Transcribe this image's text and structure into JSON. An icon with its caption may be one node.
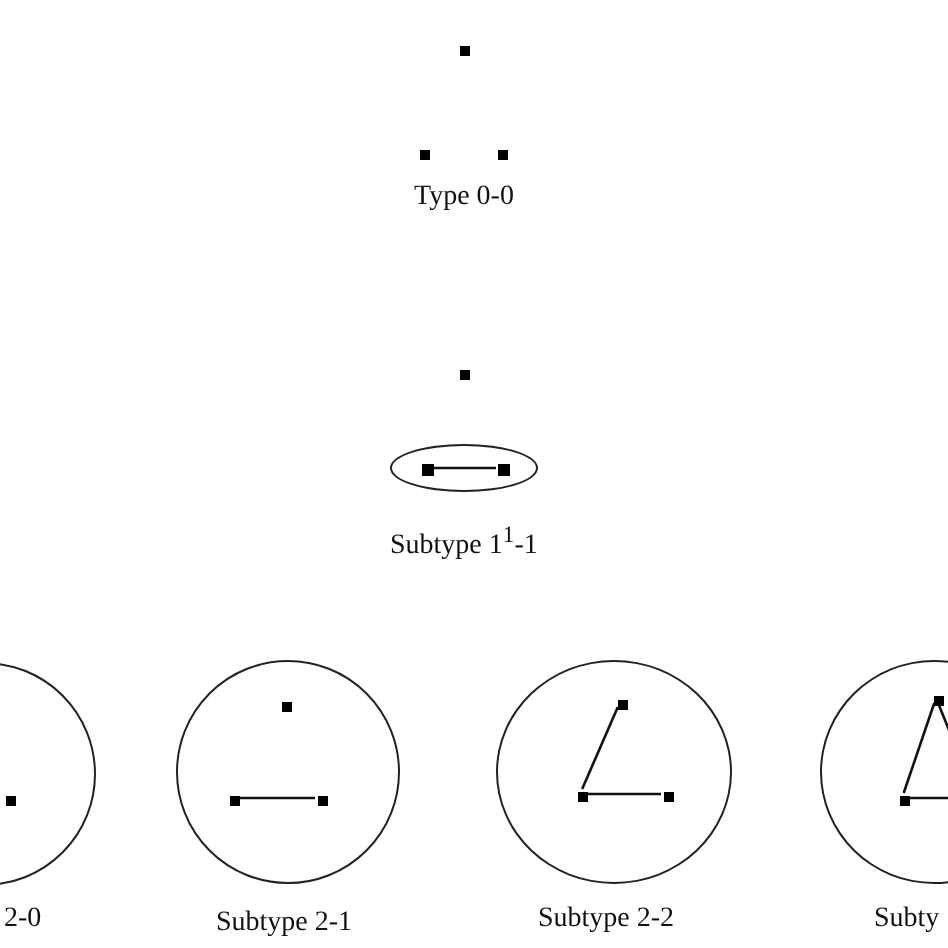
{
  "diagram": {
    "nodes": [
      {
        "text": [],
        "shape": "dot"
      },
      {
        "text": [],
        "shape": "dot"
      },
      {
        "text": [],
        "shape": "dot"
      },
      {
        "text": [],
        "shape": "dot"
      },
      {
        "text": [],
        "shape": "ellipse"
      },
      {
        "text": [],
        "shape": "dot",
        "in": 4
      },
      {
        "text": [],
        "shape": "dot",
        "in": 4
      },
      {
        "text": [],
        "shape": "circle"
      },
      {
        "text": [],
        "shape": "dot",
        "in": 7
      },
      {
        "text": [],
        "shape": "circle"
      },
      {
        "text": [],
        "shape": "dot",
        "in": 9
      },
      {
        "text": [],
        "shape": "dot",
        "in": 9
      },
      {
        "text": [],
        "shape": "dot",
        "in": 9
      },
      {
        "text": [],
        "shape": "circle"
      },
      {
        "text": [],
        "shape": "dot",
        "in": 13
      },
      {
        "text": [],
        "shape": "dot",
        "in": 13
      },
      {
        "text": [],
        "shape": "dot",
        "in": 13
      },
      {
        "text": [],
        "shape": "circle"
      },
      {
        "text": [],
        "shape": "dot",
        "in": 17
      },
      {
        "text": [],
        "shape": "dot",
        "in": 17
      }
    ],
    "edges": [
      {
        "from": 5,
        "to": 6,
        "arrow": "none"
      },
      {
        "from": 11,
        "to": 12,
        "arrow": "none"
      },
      {
        "from": 15,
        "to": 14,
        "arrow": "none"
      },
      {
        "from": 15,
        "to": 16,
        "arrow": "none"
      },
      {
        "from": 19,
        "to": 18,
        "arrow": "none"
      },
      {
        "from": 18,
        "to": null,
        "arrow": "none"
      },
      {
        "from": 19,
        "to": null,
        "arrow": "none"
      }
    ],
    "labels": [
      "Type 0-0",
      "Subtype 1$^{1}$-1",
      "2-0",
      "Subtype 2-1",
      "Subtype 2-2",
      "Subty"
    ]
  }
}
